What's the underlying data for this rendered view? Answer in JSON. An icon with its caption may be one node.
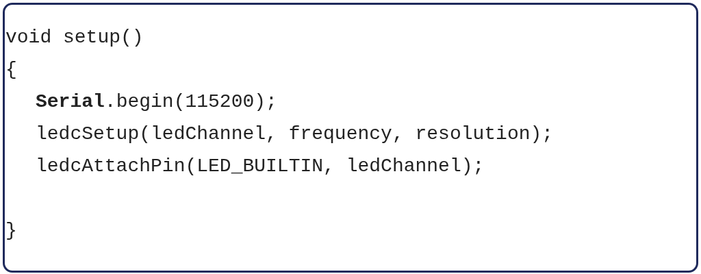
{
  "diagram": {
    "labels": [
      "void setup()",
      "{",
      "**Serial**.begin(115200);",
      "ledcSetup(ledChannel, frequency, resolution);",
      "ledcAttachPin(LED_BUILTIN, ledChannel);",
      "}"
    ]
  }
}
